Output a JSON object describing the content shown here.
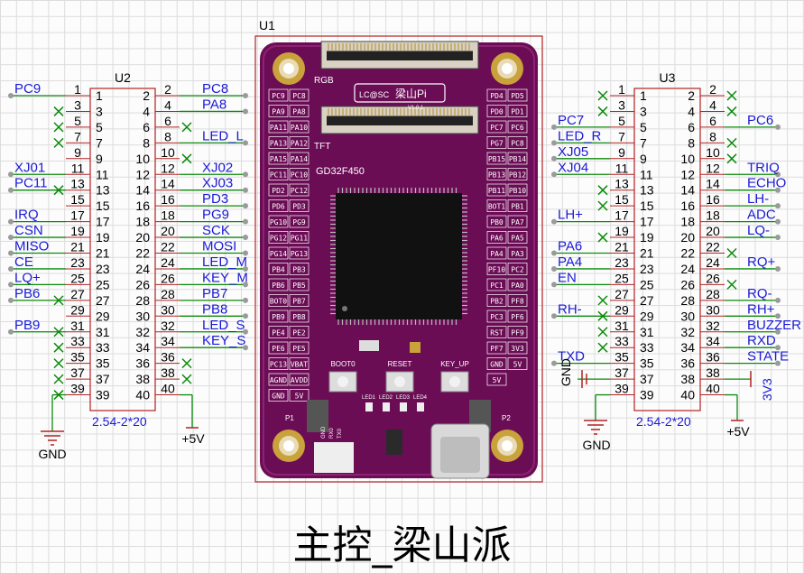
{
  "title": "主控_梁山派",
  "u1": {
    "ref": "U1",
    "board": {
      "logo": "LC@SC",
      "name": "梁山Pi",
      "version": "V1.0.1",
      "chip": "GD32F450",
      "rgb": "RGB",
      "tft": "TFT",
      "btn_boot": "BOOT0",
      "btn_reset": "RESET",
      "btn_key": "KEY_UP",
      "p1": "P1",
      "p2": "P2",
      "leds": [
        "LED1",
        "LED2",
        "LED3",
        "LED4"
      ],
      "fpc_labels": [
        "GND",
        "RX0",
        "TX0"
      ],
      "left_pads": [
        "PC9",
        "PA9",
        "PA11",
        "PA13",
        "PA15",
        "PC11",
        "PD2",
        "PD6",
        "PG10",
        "PG12",
        "PG14",
        "PB4",
        "PB6",
        "BOT0",
        "PB9",
        "PE4",
        "PE6",
        "PC13",
        "AGND",
        "GND"
      ],
      "right_pads": [
        "PD4",
        "PD0",
        "PC7",
        "PG7",
        "PB15",
        "PB13",
        "PB11",
        "BOT1",
        "PB0",
        "PA6",
        "PA4",
        "PF10",
        "PC1",
        "PB2",
        "PC3",
        "RST",
        "PF7",
        "GND",
        "5V"
      ],
      "left_pads2": [
        "PC8",
        "PA8",
        "PA10",
        "PA12",
        "PA14",
        "PC10",
        "PC12",
        "PD3",
        "PG9",
        "PG11",
        "PG13",
        "PB3",
        "PB5",
        "PB7",
        "PB8",
        "PE2",
        "PE5",
        "VBAT",
        "AVDD",
        "5V"
      ],
      "right_pads2": [
        "PD5",
        "PD1",
        "PC6",
        "PC8",
        "PB14",
        "PB12",
        "PB10",
        "PB1",
        "PA7",
        "PA5",
        "PA3",
        "PC2",
        "PA0",
        "PF8",
        "PF6",
        "PF9",
        "3V3",
        "5V"
      ]
    }
  },
  "u2": {
    "ref": "U2",
    "footprint": "2.54-2*20",
    "gnd_label": "GND",
    "vcc_label": "+5V",
    "left_nets": [
      "PC9",
      "",
      "",
      "",
      "",
      "XJ01",
      "PC11",
      "",
      "IRQ",
      "CSN",
      "MISO",
      "CE",
      "LQ+",
      "PB6",
      "",
      "PB9",
      "",
      "",
      "",
      "",
      ""
    ],
    "right_nets": [
      "PC8",
      "PA8",
      "",
      "LED_L",
      "",
      "XJ02",
      "XJ03",
      "PD3",
      "PG9",
      "SCK",
      "MOSI",
      "LED_M",
      "KEY_M",
      "PB7",
      "PB8",
      "LED_S",
      "KEY_S",
      "",
      "",
      "",
      ""
    ],
    "left_nc": [
      3,
      5,
      7,
      13,
      27,
      31,
      33,
      35,
      37,
      39
    ],
    "right_nc": [
      6,
      10,
      36,
      38
    ]
  },
  "u3": {
    "ref": "U3",
    "footprint": "2.54-2*20",
    "gnd_label": "GND",
    "vcc_label": "+5V",
    "gnd_side": "GND",
    "v33": "3V3",
    "left_nets": [
      "",
      "",
      "PC7",
      "LED_R",
      "XJ05",
      "XJ04",
      "",
      "",
      "LH+",
      "",
      "PA6",
      "PA4",
      "EN",
      "",
      "RH-",
      "",
      "",
      "TXD",
      "",
      ""
    ],
    "right_nets": [
      "",
      "",
      "PC6",
      "",
      "",
      "TRIQ",
      "ECHO",
      "LH-",
      "ADC",
      "LQ-",
      "",
      "RQ+",
      "",
      "RQ-",
      "RH+",
      "BUZZER",
      "RXD",
      "STATE",
      "",
      ""
    ],
    "left_nc": [
      1,
      3,
      13,
      15,
      19,
      27,
      29,
      31,
      33
    ],
    "right_nc": [
      2,
      4,
      8,
      10,
      22,
      26
    ]
  }
}
